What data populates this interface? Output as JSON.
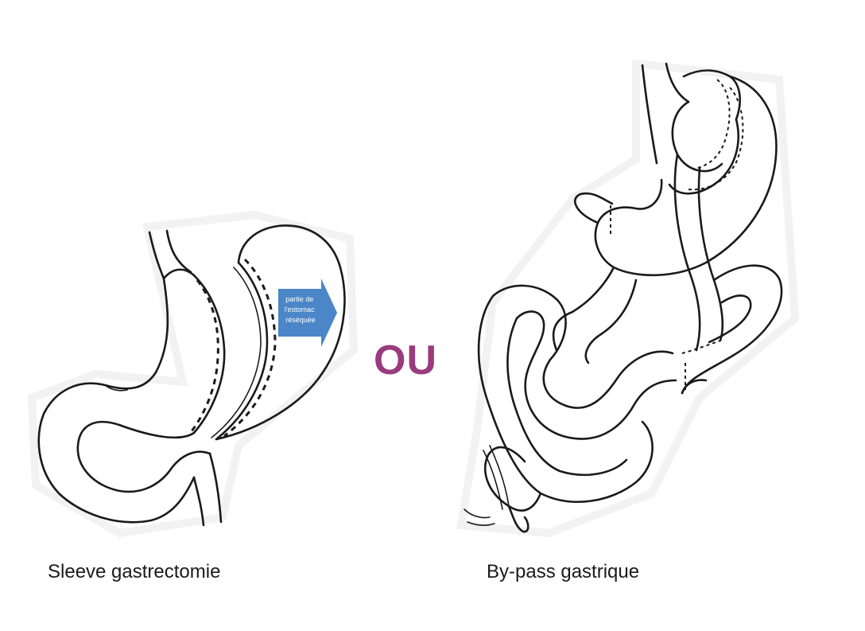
{
  "figure": {
    "left_caption": "Sleeve gastrectomie",
    "right_caption": "By-pass gastrique",
    "separator_word": "OU",
    "separator_color": "#9a3b7e",
    "arrow_color": "#4a86c8",
    "arrow_lines": [
      "partie de",
      "l'estomac",
      "réséquée"
    ]
  }
}
